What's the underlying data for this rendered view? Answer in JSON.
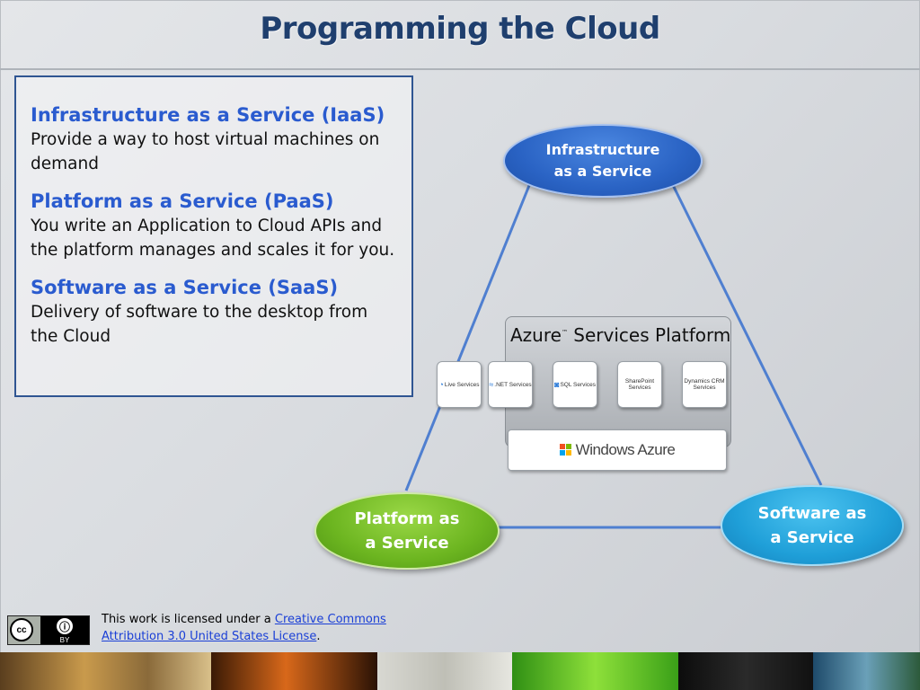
{
  "slide": {
    "title": "Programming the Cloud"
  },
  "definitions": [
    {
      "title": "Infrastructure as a Service (IaaS)",
      "body": "Provide a way to host virtual machines on demand"
    },
    {
      "title": "Platform as a Service (PaaS)",
      "body": "You write an Application to Cloud APIs and the platform manages and scales it for you."
    },
    {
      "title": "Software as a Service (SaaS)",
      "body": "Delivery of software to the desktop from the Cloud"
    }
  ],
  "diagram": {
    "nodes": {
      "iaas": "Infrastructure\nas a Service",
      "paas": "Platform as\na Service",
      "saas": "Software as\na Service"
    },
    "azure": {
      "title_main": "Azure",
      "title_tm": "™",
      "title_rest": " Services Platform",
      "services": [
        {
          "label": "Live Services",
          "icon": "live-icon"
        },
        {
          "label": ".NET Services",
          "icon": "dotnet-icon"
        },
        {
          "label": "SQL Services",
          "icon": "sql-icon"
        },
        {
          "label": "SharePoint Services",
          "icon": "sharepoint-icon"
        },
        {
          "label": "Dynamics CRM Services",
          "icon": "crm-icon"
        }
      ],
      "platform": "Windows Azure"
    }
  },
  "footer": {
    "license_prefix": "This work is licensed under a ",
    "license_link": "Creative Commons Attribution 3.0 United States License",
    "license_suffix": ".",
    "badge_by": "BY",
    "badge_cc": "cc"
  },
  "colors": {
    "title": "#1f3f6e",
    "heading": "#2a5bcf",
    "box_border": "#2f5592",
    "line": "#4f7fd0",
    "iaas": "#2a63c4",
    "paas": "#6cb520",
    "saas": "#1f9fd8"
  }
}
